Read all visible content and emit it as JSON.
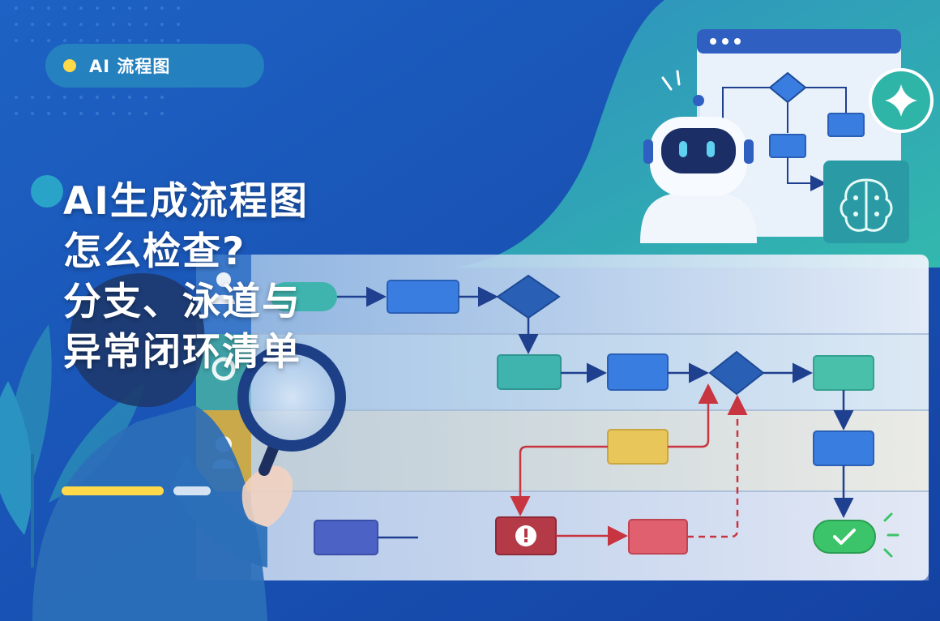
{
  "tag": {
    "label": "AI 流程图"
  },
  "title": {
    "lines": [
      "AI生成流程图",
      "怎么检查?",
      "分支、泳道与",
      "异常闭环清单"
    ]
  },
  "icons": {
    "robot": "robot-icon",
    "sparkle": "sparkle-icon",
    "brain": "brain-icon",
    "magnifier": "magnifier-icon",
    "warning": "exclamation-icon",
    "success": "checkmark-icon"
  },
  "colors": {
    "background": "#1a4fb0",
    "accent_yellow": "#ffd94a",
    "teal": "#2fb5a8",
    "node_blue": "#3a7de0",
    "node_teal": "#3fb3ad",
    "node_yellow": "#e8c65a",
    "node_red": "#e06070",
    "error_red": "#d23a4a",
    "success_green": "#3cc46a"
  }
}
